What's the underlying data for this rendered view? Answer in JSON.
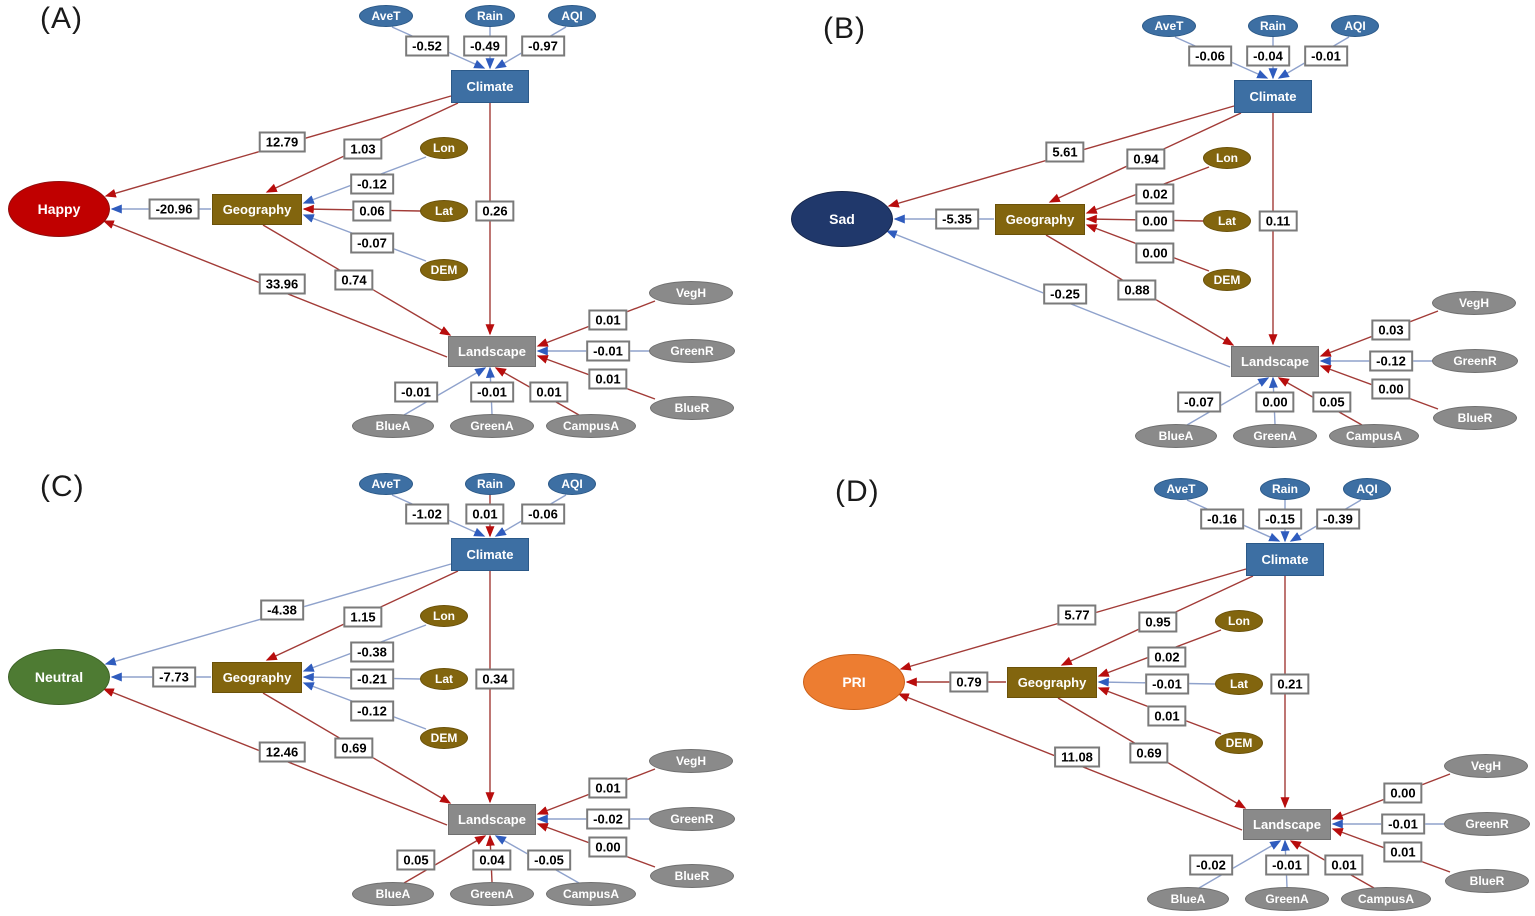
{
  "figure": "Structural equation model path diagrams for four emotion outcomes",
  "colors": {
    "path_pos": "#a23b37",
    "path_neg": "#8fa2cc",
    "arrow_pos": "#b80d0d",
    "arrow_neg": "#2f5cbe",
    "climate_fill": "#3d6fa3",
    "climate_border": "#2b5988",
    "olive_fill": "#82650e",
    "olive_border": "#6a5109",
    "gray_fill": "#8a8a8a",
    "gray_border": "#707070",
    "box_border": "#7a7a7a"
  },
  "nodes": {
    "climate": "Climate",
    "geography": "Geography",
    "landscape": "Landscape",
    "climate_indicators": [
      "AveT",
      "Rain",
      "AQI"
    ],
    "geography_indicators": [
      "Lon",
      "Lat",
      "DEM"
    ],
    "landscape_indicators_right": [
      "VegH",
      "GreenR",
      "BlueR"
    ],
    "landscape_indicators_bottom": [
      "BlueA",
      "GreenA",
      "CampusA"
    ]
  },
  "panels": [
    {
      "letter": "(A)",
      "emotion": {
        "label": "Happy",
        "fill": "#c00000",
        "border": "#8f0e0e"
      },
      "edges": {
        "m_AveT": {
          "v": "-0.52",
          "s": "neg"
        },
        "m_Rain": {
          "v": "-0.49",
          "s": "neg"
        },
        "m_AQI": {
          "v": "-0.97",
          "s": "neg"
        },
        "m_Lon": {
          "v": "-0.12",
          "s": "neg"
        },
        "m_Lat": {
          "v": "0.06",
          "s": "pos"
        },
        "m_DEM": {
          "v": "-0.07",
          "s": "neg"
        },
        "m_VegH": {
          "v": "0.01",
          "s": "pos"
        },
        "m_GreenR": {
          "v": "-0.01",
          "s": "neg"
        },
        "m_BlueR": {
          "v": "0.01",
          "s": "pos"
        },
        "m_BlueA": {
          "v": "-0.01",
          "s": "neg"
        },
        "m_GreenA": {
          "v": "-0.01",
          "s": "neg"
        },
        "m_CampusA": {
          "v": "0.01",
          "s": "pos"
        },
        "p_ce": {
          "v": "12.79",
          "s": "pos"
        },
        "p_cg": {
          "v": "1.03",
          "s": "pos"
        },
        "p_cl": {
          "v": "0.26",
          "s": "pos"
        },
        "p_ge": {
          "v": "-20.96",
          "s": "neg"
        },
        "p_gl": {
          "v": "0.74",
          "s": "pos"
        },
        "p_le": {
          "v": "33.96",
          "s": "pos"
        }
      }
    },
    {
      "letter": "(B)",
      "emotion": {
        "label": "Sad",
        "fill": "#20386b",
        "border": "#15254a"
      },
      "edges": {
        "m_AveT": {
          "v": "-0.06",
          "s": "neg"
        },
        "m_Rain": {
          "v": "-0.04",
          "s": "neg"
        },
        "m_AQI": {
          "v": "-0.01",
          "s": "neg"
        },
        "m_Lon": {
          "v": "0.02",
          "s": "pos"
        },
        "m_Lat": {
          "v": "0.00",
          "s": "pos"
        },
        "m_DEM": {
          "v": "0.00",
          "s": "pos"
        },
        "m_VegH": {
          "v": "0.03",
          "s": "pos"
        },
        "m_GreenR": {
          "v": "-0.12",
          "s": "neg"
        },
        "m_BlueR": {
          "v": "0.00",
          "s": "pos"
        },
        "m_BlueA": {
          "v": "-0.07",
          "s": "neg"
        },
        "m_GreenA": {
          "v": "0.00",
          "s": "neg"
        },
        "m_CampusA": {
          "v": "0.05",
          "s": "pos"
        },
        "p_ce": {
          "v": "5.61",
          "s": "pos"
        },
        "p_cg": {
          "v": "0.94",
          "s": "pos"
        },
        "p_cl": {
          "v": "0.11",
          "s": "pos"
        },
        "p_ge": {
          "v": "-5.35",
          "s": "neg"
        },
        "p_gl": {
          "v": "0.88",
          "s": "pos"
        },
        "p_le": {
          "v": "-0.25",
          "s": "neg"
        }
      }
    },
    {
      "letter": "(C)",
      "emotion": {
        "label": "Neutral",
        "fill": "#4e7b33",
        "border": "#3d6227"
      },
      "edges": {
        "m_AveT": {
          "v": "-1.02",
          "s": "neg"
        },
        "m_Rain": {
          "v": "0.01",
          "s": "pos"
        },
        "m_AQI": {
          "v": "-0.06",
          "s": "neg"
        },
        "m_Lon": {
          "v": "-0.38",
          "s": "neg"
        },
        "m_Lat": {
          "v": "-0.21",
          "s": "neg"
        },
        "m_DEM": {
          "v": "-0.12",
          "s": "neg"
        },
        "m_VegH": {
          "v": "0.01",
          "s": "pos"
        },
        "m_GreenR": {
          "v": "-0.02",
          "s": "neg"
        },
        "m_BlueR": {
          "v": "0.00",
          "s": "pos"
        },
        "m_BlueA": {
          "v": "0.05",
          "s": "pos"
        },
        "m_GreenA": {
          "v": "0.04",
          "s": "pos"
        },
        "m_CampusA": {
          "v": "-0.05",
          "s": "neg"
        },
        "p_ce": {
          "v": "-4.38",
          "s": "neg"
        },
        "p_cg": {
          "v": "1.15",
          "s": "pos"
        },
        "p_cl": {
          "v": "0.34",
          "s": "pos"
        },
        "p_ge": {
          "v": "-7.73",
          "s": "neg"
        },
        "p_gl": {
          "v": "0.69",
          "s": "pos"
        },
        "p_le": {
          "v": "12.46",
          "s": "pos"
        }
      }
    },
    {
      "letter": "(D)",
      "emotion": {
        "label": "PRI",
        "fill": "#ed7d31",
        "border": "#ca5f17"
      },
      "edges": {
        "m_AveT": {
          "v": "-0.16",
          "s": "neg"
        },
        "m_Rain": {
          "v": "-0.15",
          "s": "neg"
        },
        "m_AQI": {
          "v": "-0.39",
          "s": "neg"
        },
        "m_Lon": {
          "v": "0.02",
          "s": "pos"
        },
        "m_Lat": {
          "v": "-0.01",
          "s": "neg"
        },
        "m_DEM": {
          "v": "0.01",
          "s": "pos"
        },
        "m_VegH": {
          "v": "0.00",
          "s": "pos"
        },
        "m_GreenR": {
          "v": "-0.01",
          "s": "neg"
        },
        "m_BlueR": {
          "v": "0.01",
          "s": "pos"
        },
        "m_BlueA": {
          "v": "-0.02",
          "s": "neg"
        },
        "m_GreenA": {
          "v": "-0.01",
          "s": "neg"
        },
        "m_CampusA": {
          "v": "0.01",
          "s": "pos"
        },
        "p_ce": {
          "v": "5.77",
          "s": "pos"
        },
        "p_cg": {
          "v": "0.95",
          "s": "pos"
        },
        "p_cl": {
          "v": "0.21",
          "s": "pos"
        },
        "p_ge": {
          "v": "0.79",
          "s": "pos"
        },
        "p_gl": {
          "v": "0.69",
          "s": "pos"
        },
        "p_le": {
          "v": "11.08",
          "s": "pos"
        }
      }
    }
  ]
}
